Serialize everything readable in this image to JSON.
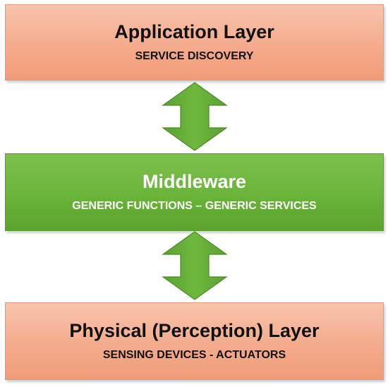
{
  "layers": {
    "application": {
      "title": "Application Layer",
      "subtitle": "SERVICE DISCOVERY"
    },
    "middleware": {
      "title": "Middleware",
      "subtitle": "GENERIC FUNCTIONS – GENERIC SERVICES"
    },
    "physical": {
      "title": "Physical (Perception) Layer",
      "subtitle": "SENSING DEVICES - ACTUATORS"
    }
  },
  "colors": {
    "layer_fill": "#f4ab8c",
    "middleware_fill": "#6ab43a",
    "arrow_fill": "#6ab43a"
  },
  "icons": [
    "double-arrow-icon",
    "double-arrow-icon"
  ]
}
